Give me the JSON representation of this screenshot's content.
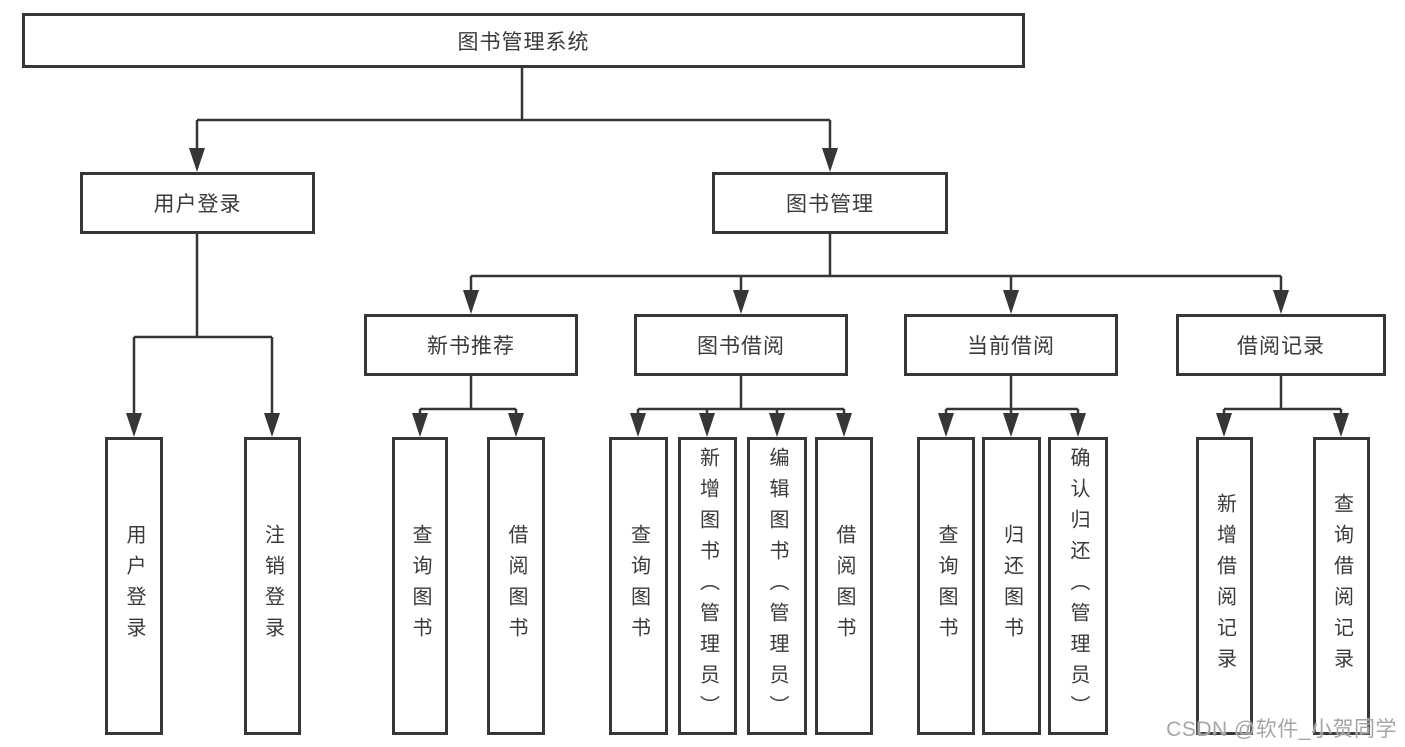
{
  "root_label": "图书管理系统",
  "level2": {
    "user_login": "用户登录",
    "book_management": "图书管理"
  },
  "level3": {
    "new_book_recommend": "新书推荐",
    "book_borrowing": "图书借阅",
    "current_borrowing": "当前借阅",
    "borrowing_records": "借阅记录"
  },
  "leaves": {
    "user_login": [
      "用户登录",
      "注销登录"
    ],
    "new_book_recommend": [
      "查询图书",
      "借阅图书"
    ],
    "book_borrowing": [
      "查询图书",
      "新增图书（管理员）",
      "编辑图书（管理员）",
      "借阅图书"
    ],
    "current_borrowing": [
      "查询图书",
      "归还图书",
      "确认归还（管理员）"
    ],
    "borrowing_records": [
      "新增借阅记录",
      "查询借阅记录"
    ]
  },
  "watermark": "CSDN @软件_小贺同学",
  "colors": {
    "line": "#363636",
    "box_border": "#363636",
    "text": "#3a3a3a",
    "box_background": "#ffffff",
    "page_background": "#ffffff",
    "watermark": "#a6a6a6"
  }
}
